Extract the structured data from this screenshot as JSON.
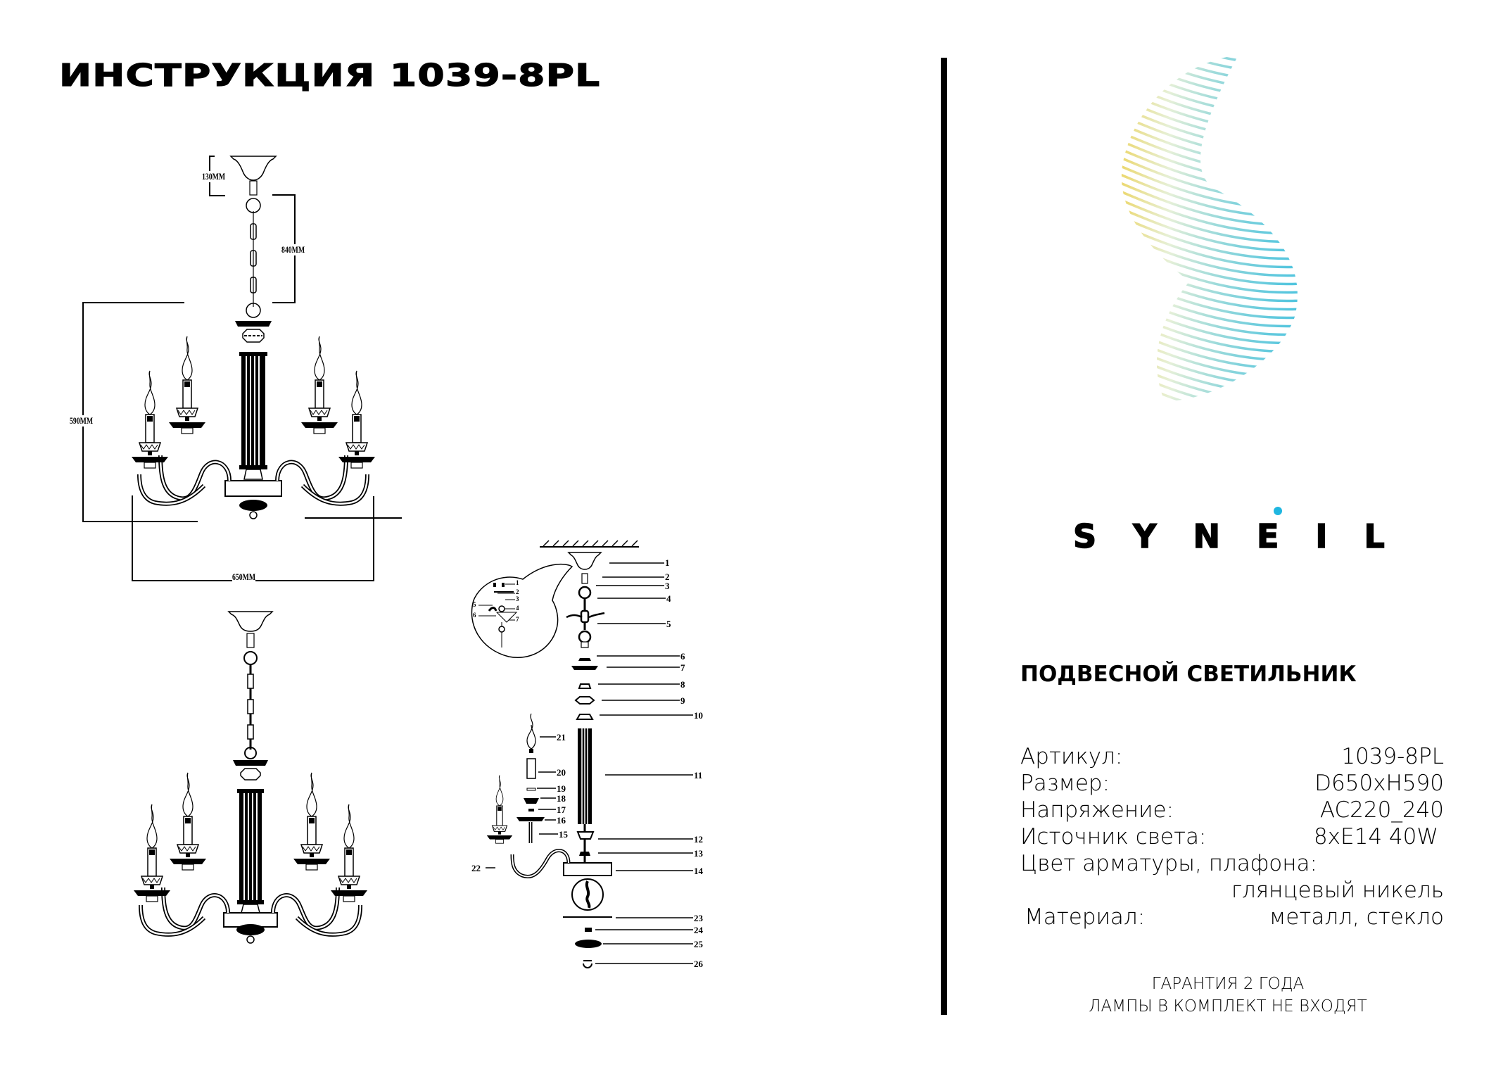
{
  "document": {
    "title": "ИНСТРУКЦИЯ 1039-8PL"
  },
  "drawing": {
    "dimensions": {
      "canopy_height": "130MM",
      "chain_length": "840MM",
      "height": "590MM",
      "diameter": "650MM"
    },
    "parts": [
      "1",
      "2",
      "3",
      "4",
      "5",
      "6",
      "7",
      "8",
      "9",
      "10",
      "11",
      "12",
      "13",
      "14",
      "15",
      "16",
      "17",
      "18",
      "19",
      "20",
      "21",
      "22",
      "23",
      "24",
      "25",
      "26"
    ],
    "detail_parts": [
      "1",
      "2",
      "3",
      "4",
      "5",
      "6",
      "7"
    ]
  },
  "brand": {
    "name": "SYNEIL",
    "name_display": "SYNEIL",
    "dot_color": "#1fb6e0",
    "gradient_from": "#f0c419",
    "gradient_to": "#1fb6e0"
  },
  "product": {
    "type_heading": "ПОДВЕСНОЙ СВЕТИЛЬНИК",
    "specs": [
      {
        "label": "Артикул:",
        "value": "1039-8PL"
      },
      {
        "label": "Размер:",
        "value": "D650xH590"
      },
      {
        "label": "Напряжение:",
        "value": "AC220_240"
      },
      {
        "label": "Источник света:",
        "value": "8xE14 40W"
      },
      {
        "label": "Цвет арматуры, плафона:",
        "value": ""
      },
      {
        "label": "",
        "value": "глянцевый никель"
      },
      {
        "label": "Материал:",
        "value": "металл, стекло"
      }
    ]
  },
  "footer": {
    "warranty": "ГАРАНТИЯ 2 ГОДА",
    "lamps_note": "ЛАМПЫ В КОМПЛЕКТ НЕ ВХОДЯТ"
  }
}
